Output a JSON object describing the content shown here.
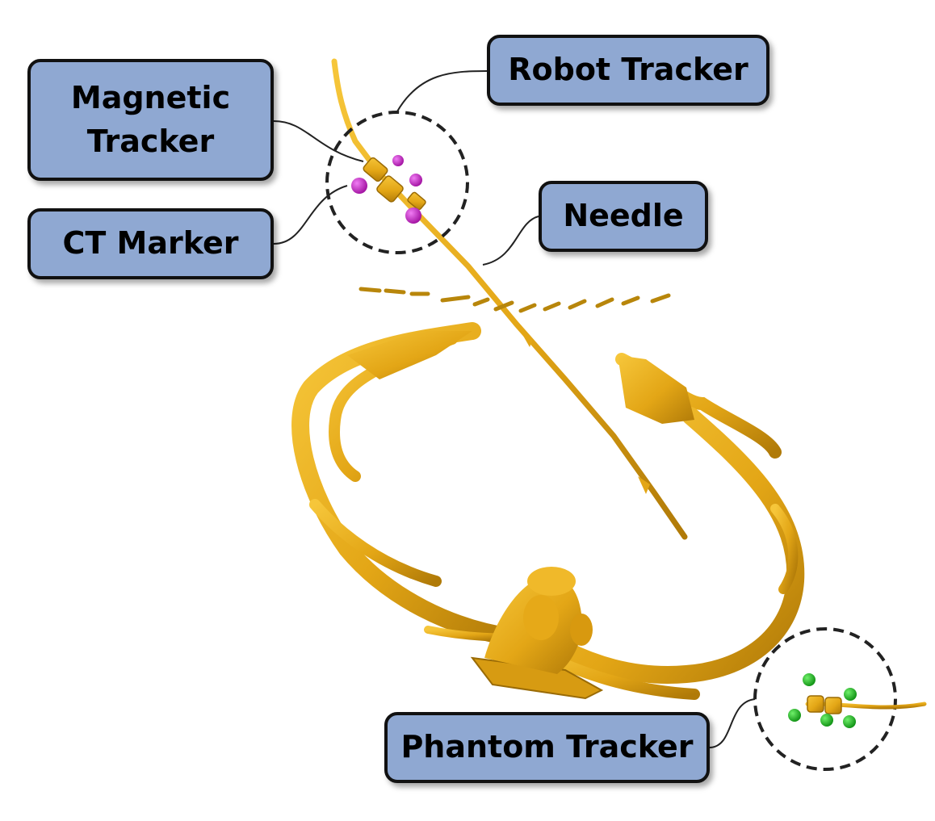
{
  "labels": {
    "magnetic_tracker": "Magnetic\nTracker",
    "ct_marker": "CT Marker",
    "robot_tracker": "Robot Tracker",
    "needle": "Needle",
    "phantom_tracker": "Phantom Tracker"
  },
  "colors": {
    "label_fill": "#8fa8d2",
    "label_border": "#111111",
    "bone": "#e8ad1c",
    "bone_dark": "#b9830a",
    "ct_marker": "#c21fcb",
    "phantom_marker": "#18b21c"
  }
}
